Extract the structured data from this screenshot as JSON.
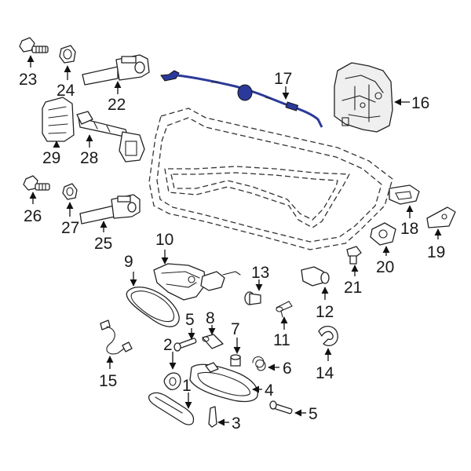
{
  "diagram": {
    "accent_color": "#2b3a9a",
    "callouts": {
      "c1": "1",
      "c2": "2",
      "c3": "3",
      "c4": "4",
      "c5a": "5",
      "c5b": "5",
      "c6": "6",
      "c7": "7",
      "c8": "8",
      "c9": "9",
      "c10": "10",
      "c11": "11",
      "c12": "12",
      "c13": "13",
      "c14": "14",
      "c15": "15",
      "c16": "16",
      "c17": "17",
      "c18": "18",
      "c19": "19",
      "c20": "20",
      "c21": "21",
      "c22": "22",
      "c23": "23",
      "c24": "24",
      "c25": "25",
      "c26": "26",
      "c27": "27",
      "c28": "28",
      "c29": "29"
    }
  }
}
